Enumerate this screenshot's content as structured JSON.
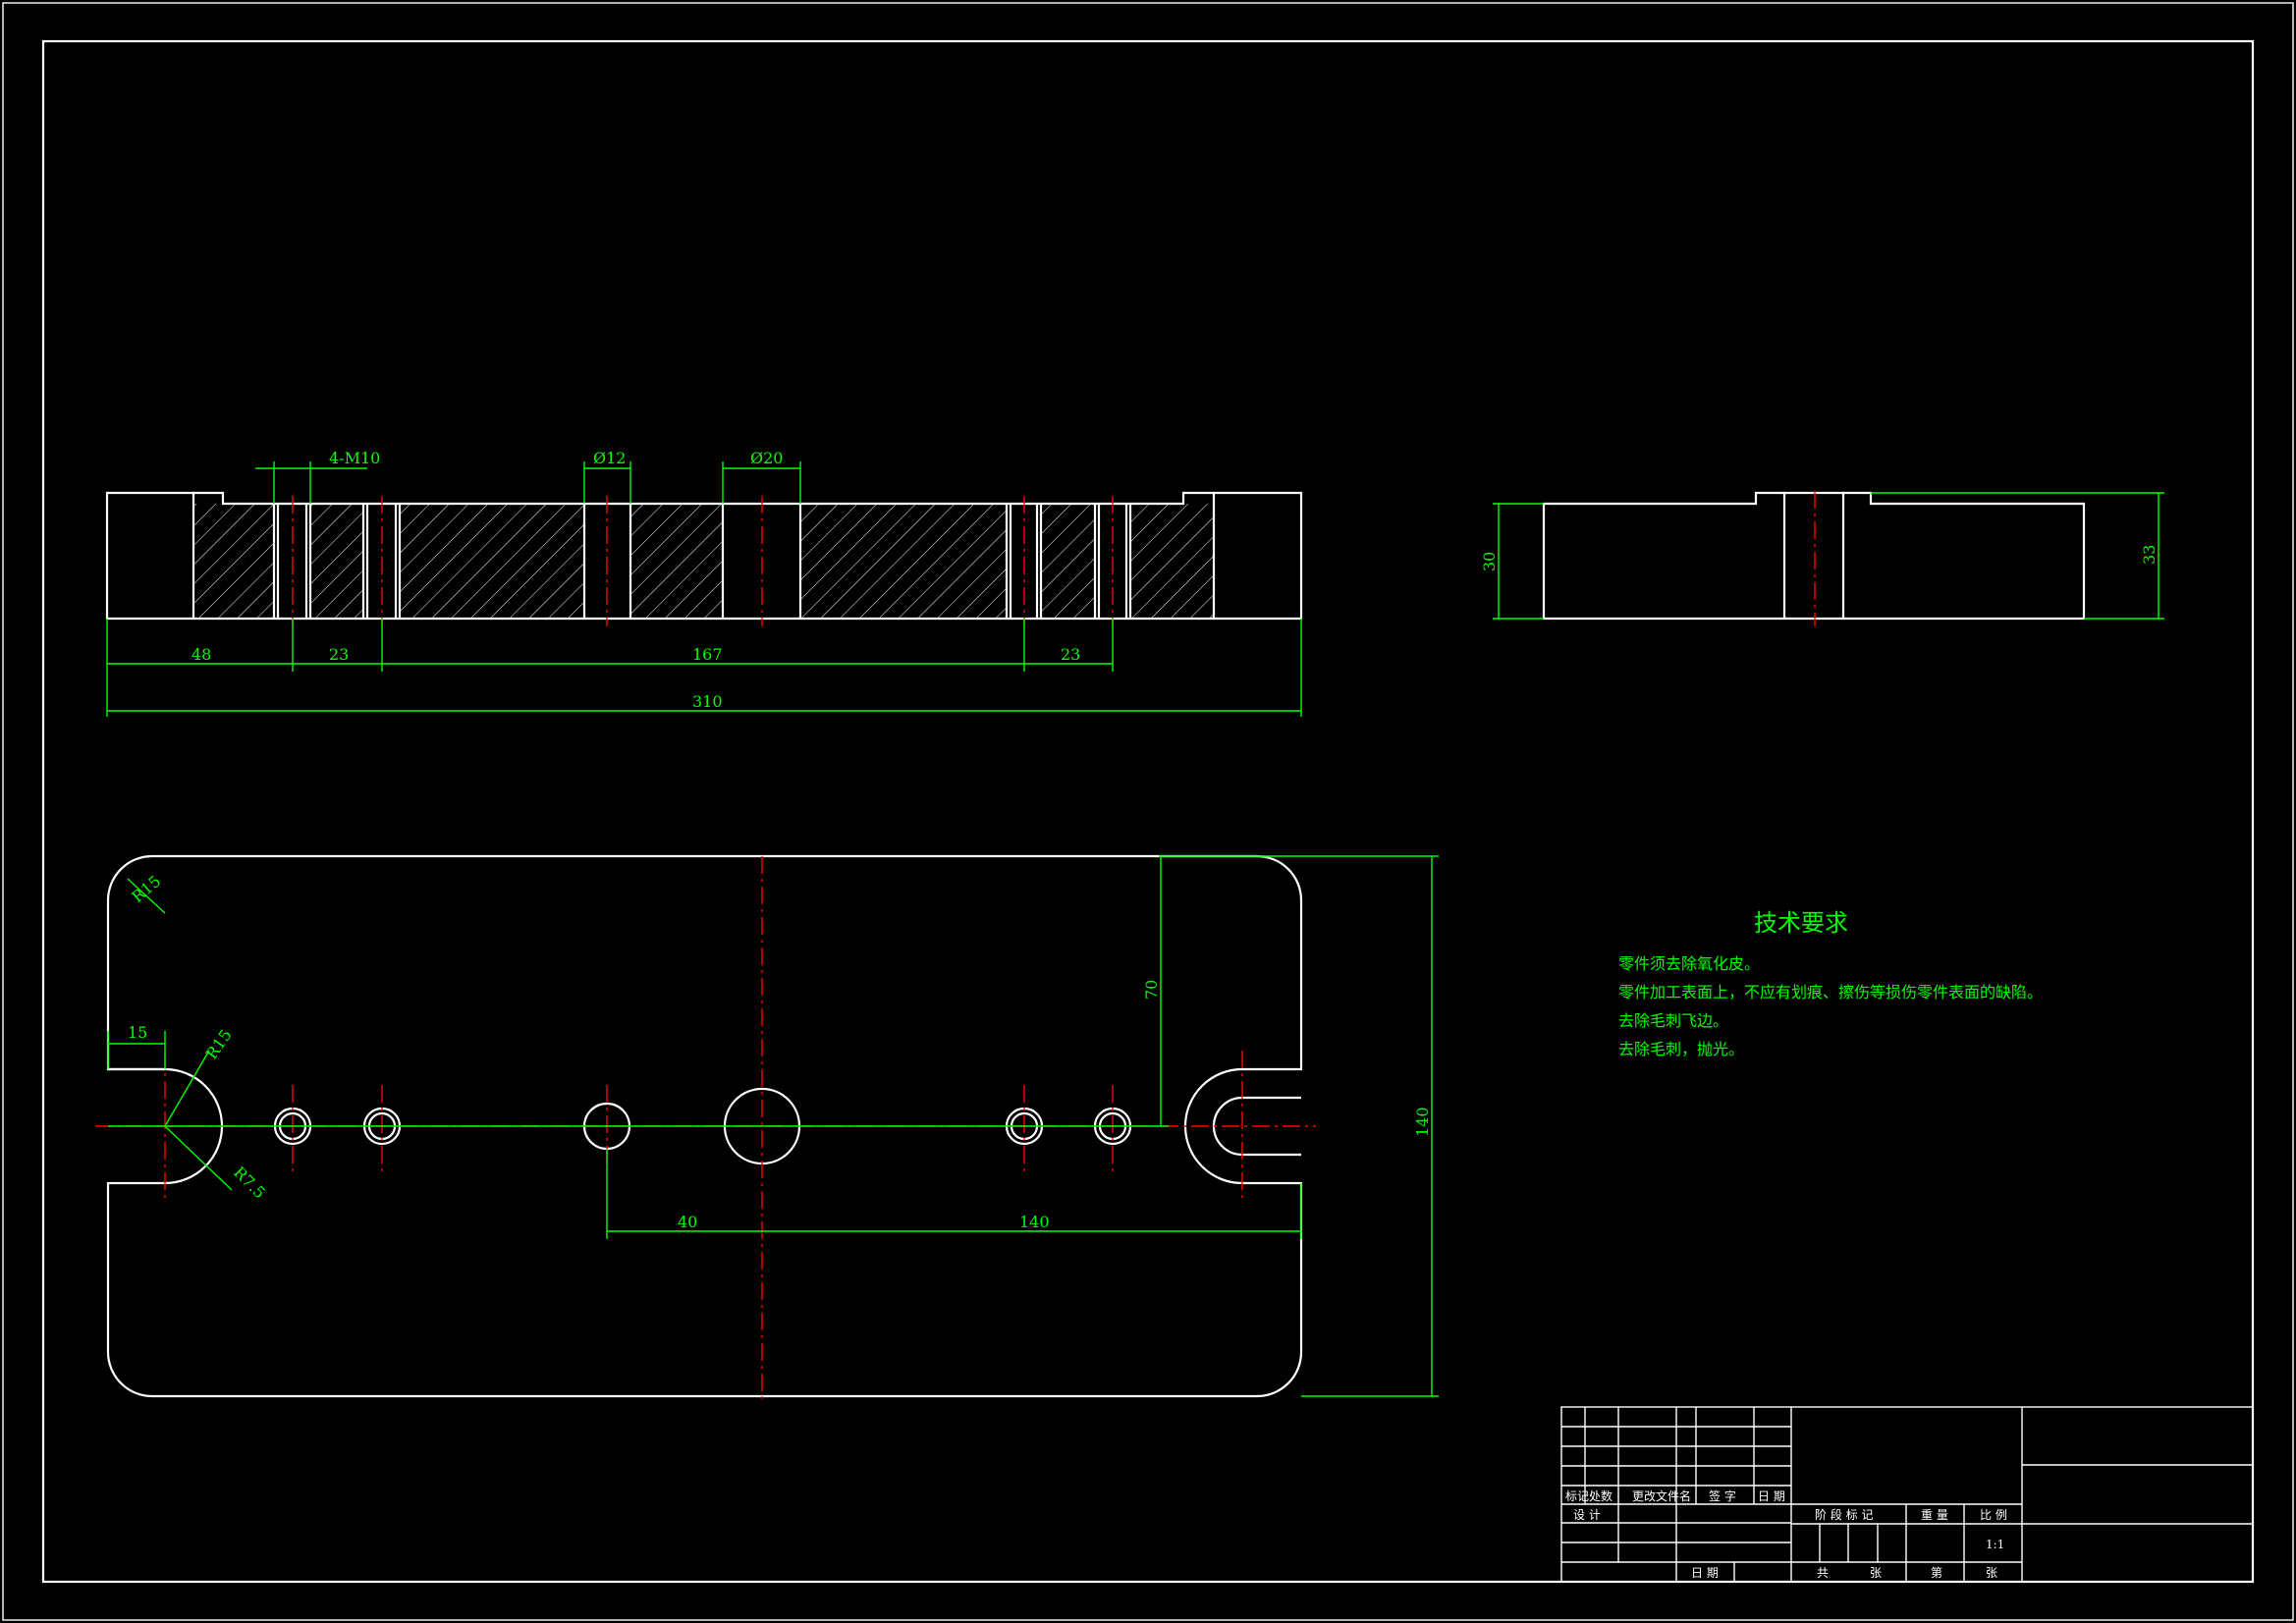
{
  "dimensions": {
    "holes_label": "4-M10",
    "d12": "Ø12",
    "d20": "Ø20",
    "d48": "48",
    "d23a": "23",
    "d167": "167",
    "d23b": "23",
    "d310": "310",
    "h30": "30",
    "h33": "33",
    "r15_corner": "R15",
    "r15_slot": "R15",
    "r75": "R7.5",
    "d15": "15",
    "d70": "70",
    "d140_v": "140",
    "d40": "40",
    "d140_h": "140"
  },
  "tech": {
    "title": "技术要求",
    "lines": [
      "零件须去除氧化皮。",
      "零件加工表面上，不应有划痕、擦伤等损伤零件表面的缺陷。",
      "去除毛刺飞边。",
      "去除毛刺，抛光。"
    ]
  },
  "title_block": {
    "rev_header": [
      "标记",
      "处数",
      "更改文件名",
      "签 字",
      "日 期"
    ],
    "design": "设 计",
    "date": "日 期",
    "stage_mark": "阶 段 标 记",
    "weight": "重 量",
    "ratio_label": "比 例",
    "ratio_value": "1:1",
    "total": "共",
    "sheets": "张",
    "sheet_no": "第",
    "sheet_unit": "张"
  },
  "colors": {
    "background": "#000000",
    "outline": "#ffffff",
    "dimension": "#00ff00",
    "centerline": "#ff0000"
  }
}
